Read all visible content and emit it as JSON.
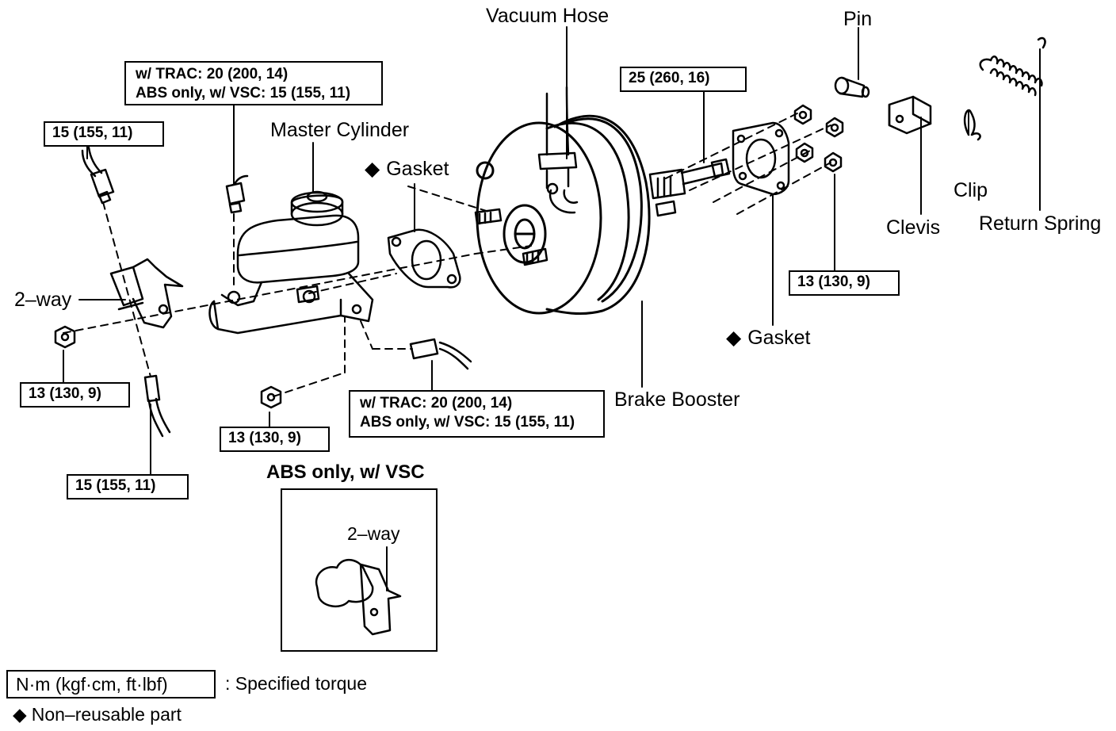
{
  "labels": {
    "vacuum_hose": "Vacuum Hose",
    "pin": "Pin",
    "clevis": "Clevis",
    "clip": "Clip",
    "return_spring": "Return Spring",
    "master_cylinder": "Master Cylinder",
    "gasket_upper": "Gasket",
    "gasket_lower": "Gasket",
    "two_way": "2–way",
    "brake_booster": "Brake Booster",
    "inset_title": "ABS only, w/ VSC",
    "inset_two_way": "2–way"
  },
  "diamond_symbol": "◆",
  "torque_boxes": {
    "tr_top_line1": "w/ TRAC: 20 (200, 14)",
    "tr_top_line2": "ABS only, w/ VSC: 15 (155, 11)",
    "tr_bottom_line1": "w/ TRAC: 20 (200, 14)",
    "tr_bottom_line2": "ABS only, w/ VSC: 15 (155, 11)",
    "left_top": "15 (155, 11)",
    "left_bottom": "15 (155, 11)",
    "left_nut": "13 (130, 9)",
    "mc_nut": "13 (130, 9)",
    "booster_stud": "25 (260, 16)",
    "booster_nut": "13 (130, 9)"
  },
  "legend": {
    "torque_units": "N·m (kgf·cm, ft·lbf)",
    "torque_desc": ": Specified torque",
    "non_reusable": "Non–reusable part"
  }
}
